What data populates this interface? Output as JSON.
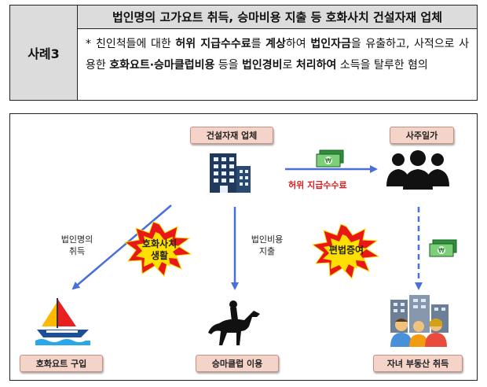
{
  "case": {
    "label": "사례3",
    "title": "법인명의 고가요트 취득, 승마비용 지출 등 호화사치 건설자재 업체",
    "bullet": "*",
    "desc_parts": [
      {
        "text": "친인척들에 대한 ",
        "bold": false
      },
      {
        "text": "허위 지급수수료",
        "bold": true
      },
      {
        "text": "를 ",
        "bold": false
      },
      {
        "text": "계상",
        "bold": true
      },
      {
        "text": "하여 ",
        "bold": false
      },
      {
        "text": "법인자금",
        "bold": true
      },
      {
        "text": "을 유출하고, 사적으로 사용한 ",
        "bold": false
      },
      {
        "text": "호화요트·승마클럽비용",
        "bold": true
      },
      {
        "text": " 등을 ",
        "bold": false
      },
      {
        "text": "법인경비",
        "bold": true
      },
      {
        "text": "로 ",
        "bold": false
      },
      {
        "text": "처리하여",
        "bold": true
      },
      {
        "text": " 소득을 탈루한 혐의",
        "bold": false
      }
    ]
  },
  "diagram": {
    "company_label": "건설자재 업체",
    "owner_label": "사주일가",
    "yacht_label": "호화요트 구입",
    "horse_label": "승마클럽 이용",
    "realestate_label": "자녀 부동산 취득",
    "fake_fee_label": "허위 지급수수료",
    "corp_name_label": [
      "법인명의",
      "취득"
    ],
    "corp_expense_label": [
      "법인비용",
      "지출"
    ],
    "luxury_burst": [
      "호화사치",
      "생활"
    ],
    "gift_burst": "편법증여",
    "money_symbol": "₩",
    "icons": [
      "building-icon",
      "people-icon",
      "yacht-icon",
      "horse-rider-icon",
      "family-buildings-icon",
      "money-icon"
    ],
    "colors": {
      "label_fill": "#f4d3c8",
      "arrow_blue": "#4a6fd8",
      "accent_red": "#d81e1e",
      "burst_red": "#e81818",
      "burst_yellow": "#ffe000"
    }
  }
}
